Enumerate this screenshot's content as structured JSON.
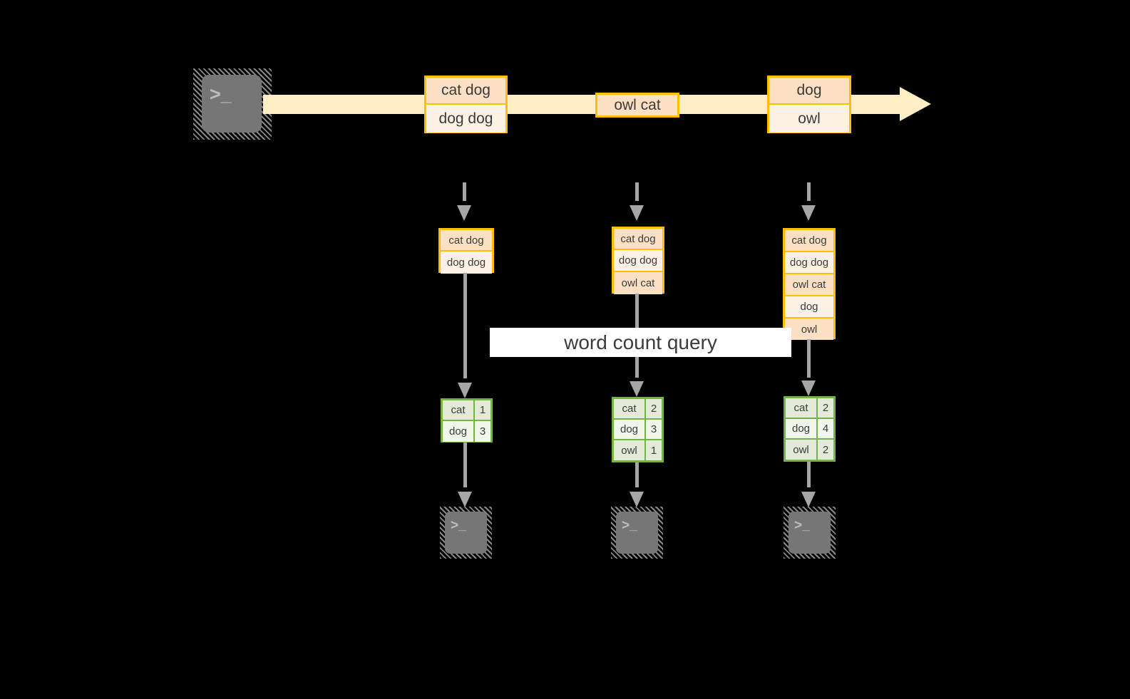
{
  "diagram": {
    "title_label": "word count query",
    "colors": {
      "background": "#000000",
      "event_border": "#ffbf00",
      "event_fill_dark": "#fce0c4",
      "event_fill_light": "#fdf1e6",
      "ribbon": "#ffeec4",
      "result_border": "#74b446",
      "result_fill_dark": "#e3ebd8",
      "result_fill_light": "#f1f6ea",
      "connector": "#a6a6a6",
      "terminal_body": "#767676",
      "label_background": "#ffffff",
      "text": "#3b3b3b"
    }
  },
  "source": {
    "icon": "terminal-icon",
    "glyph": ">_"
  },
  "stream": {
    "arrow_icon": "stream-arrow-icon",
    "groups": [
      {
        "name": "stream-group-1",
        "events": [
          "cat dog",
          "dog dog"
        ]
      },
      {
        "name": "stream-group-2",
        "events": [
          "owl cat"
        ]
      },
      {
        "name": "stream-group-3",
        "events": [
          "dog",
          "owl"
        ]
      }
    ]
  },
  "columns": [
    {
      "name": "column-1",
      "dashed_arrow_icon": "dashed-arrow-down-icon",
      "accumulated_events": [
        "cat dog",
        "dog dog"
      ],
      "query_arrow_icon": "arrow-down-icon",
      "result": {
        "rows": [
          {
            "word": "cat",
            "count": "1"
          },
          {
            "word": "dog",
            "count": "3"
          }
        ]
      },
      "sink_arrow_icon": "arrow-down-icon",
      "sink": {
        "icon": "terminal-icon",
        "glyph": ">_"
      }
    },
    {
      "name": "column-2",
      "dashed_arrow_icon": "dashed-arrow-down-icon",
      "accumulated_events": [
        "cat dog",
        "dog dog",
        "owl cat"
      ],
      "query_arrow_icon": "arrow-down-icon",
      "result": {
        "rows": [
          {
            "word": "cat",
            "count": "2"
          },
          {
            "word": "dog",
            "count": "3"
          },
          {
            "word": "owl",
            "count": "1"
          }
        ]
      },
      "sink_arrow_icon": "arrow-down-icon",
      "sink": {
        "icon": "terminal-icon",
        "glyph": ">_"
      }
    },
    {
      "name": "column-3",
      "dashed_arrow_icon": "dashed-arrow-down-icon",
      "accumulated_events": [
        "cat dog",
        "dog dog",
        "owl cat",
        "dog",
        "owl"
      ],
      "query_arrow_icon": "arrow-down-icon",
      "result": {
        "rows": [
          {
            "word": "cat",
            "count": "2"
          },
          {
            "word": "dog",
            "count": "4"
          },
          {
            "word": "owl",
            "count": "2"
          }
        ]
      },
      "sink_arrow_icon": "arrow-down-icon",
      "sink": {
        "icon": "terminal-icon",
        "glyph": ">_"
      }
    }
  ]
}
